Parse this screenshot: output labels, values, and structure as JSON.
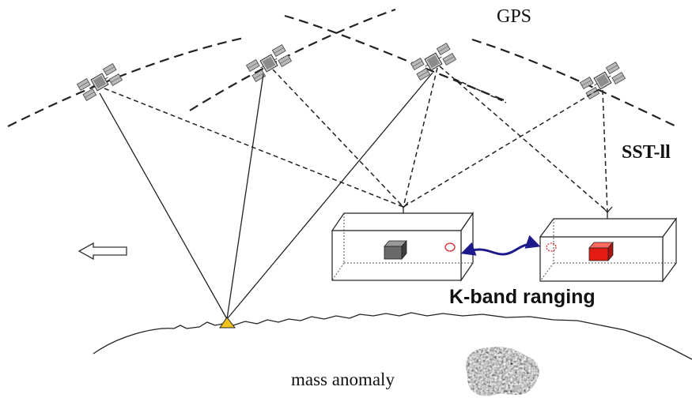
{
  "labels": {
    "gps": "GPS",
    "sst": "SST-ll",
    "kband": "K-band ranging",
    "mass": "mass anomaly"
  },
  "colors": {
    "station": "#f2c31f",
    "box_left_mass": "#6a6a6a",
    "box_right_mass": "#e41b12",
    "ranging_arrow": "#1d1a8c",
    "ring": "#d7262b"
  }
}
